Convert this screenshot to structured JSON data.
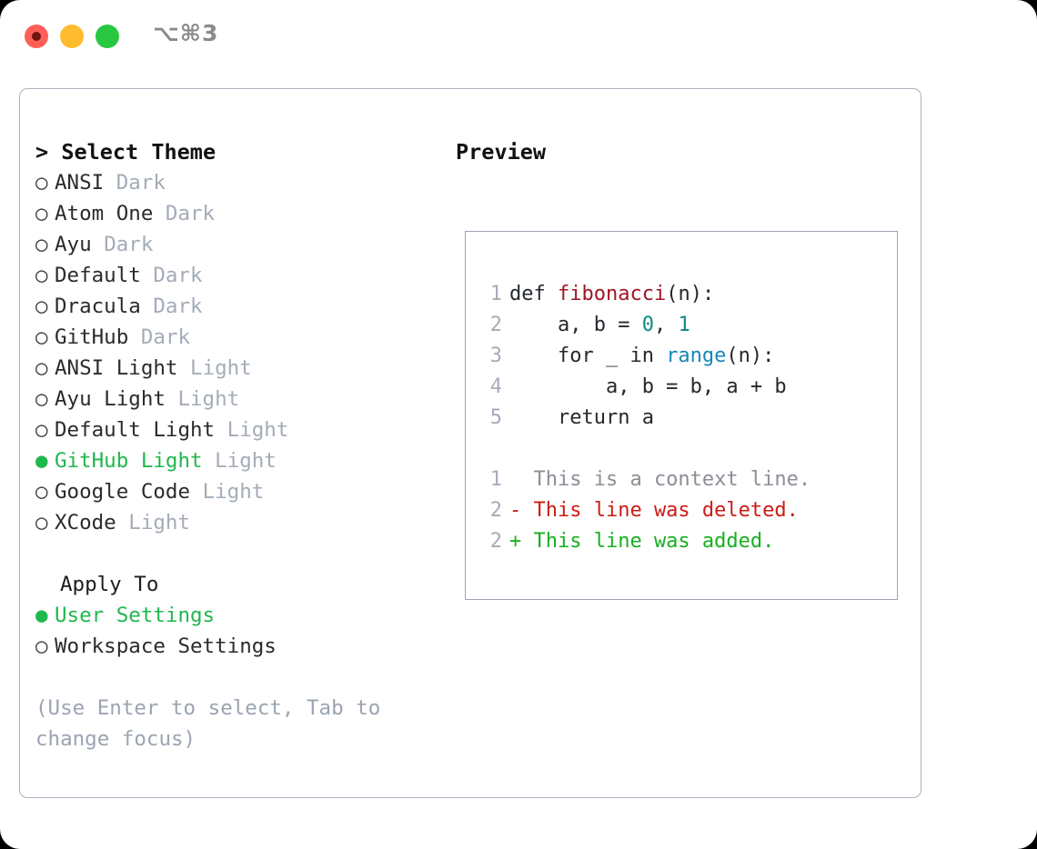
{
  "titlebar": {
    "shortcut": "⌥⌘3",
    "buttons": {
      "close": "close",
      "minimize": "minimize",
      "maximize": "maximize"
    }
  },
  "theme_picker": {
    "header_caret": ">",
    "header_label": "Select Theme",
    "bullet_selected": "●",
    "bullet_unselected": "○",
    "items": [
      {
        "name": "ANSI",
        "category": "Dark",
        "selected": false
      },
      {
        "name": "Atom One",
        "category": "Dark",
        "selected": false
      },
      {
        "name": "Ayu",
        "category": "Dark",
        "selected": false
      },
      {
        "name": "Default",
        "category": "Dark",
        "selected": false
      },
      {
        "name": "Dracula",
        "category": "Dark",
        "selected": false
      },
      {
        "name": "GitHub",
        "category": "Dark",
        "selected": false
      },
      {
        "name": "ANSI Light",
        "category": "Light",
        "selected": false
      },
      {
        "name": "Ayu Light",
        "category": "Light",
        "selected": false
      },
      {
        "name": "Default Light",
        "category": "Light",
        "selected": false
      },
      {
        "name": "GitHub Light",
        "category": "Light",
        "selected": true
      },
      {
        "name": "Google Code",
        "category": "Light",
        "selected": false
      },
      {
        "name": "XCode",
        "category": "Light",
        "selected": false
      }
    ]
  },
  "apply_to": {
    "header_label": "Apply To",
    "options": [
      {
        "label": "User Settings",
        "selected": true
      },
      {
        "label": "Workspace Settings",
        "selected": false
      }
    ]
  },
  "hint": "(Use Enter to select, Tab to change focus)",
  "preview": {
    "label": "Preview",
    "code_lines": [
      {
        "num": "1",
        "segments": [
          {
            "t": "def ",
            "c": "code-text"
          },
          {
            "t": "fibonacci",
            "c": "tok-fn"
          },
          {
            "t": "(n):",
            "c": "code-text"
          }
        ]
      },
      {
        "num": "2",
        "segments": [
          {
            "t": "    a, b = ",
            "c": "code-text"
          },
          {
            "t": "0",
            "c": "tok-num"
          },
          {
            "t": ", ",
            "c": "code-text"
          },
          {
            "t": "1",
            "c": "tok-num"
          }
        ]
      },
      {
        "num": "3",
        "segments": [
          {
            "t": "    for _ in ",
            "c": "code-text"
          },
          {
            "t": "range",
            "c": "tok-builtin"
          },
          {
            "t": "(n):",
            "c": "code-text"
          }
        ]
      },
      {
        "num": "4",
        "segments": [
          {
            "t": "        a, b = b, a + b",
            "c": "code-text"
          }
        ]
      },
      {
        "num": "5",
        "segments": [
          {
            "t": "    return a",
            "c": "code-text"
          }
        ]
      }
    ],
    "diff_lines": [
      {
        "num": "1",
        "segments": [
          {
            "t": "  This is a context line.",
            "c": "diff-ctx"
          }
        ]
      },
      {
        "num": "2",
        "segments": [
          {
            "t": "- This line was deleted.",
            "c": "diff-del"
          }
        ]
      },
      {
        "num": "2",
        "segments": [
          {
            "t": "+ This line was added.",
            "c": "diff-add"
          }
        ]
      }
    ]
  },
  "colors": {
    "accent_green": "#1FB84D",
    "muted": "#A4ACB8",
    "border": "#A9B2BE",
    "diff_add": "#16B020",
    "diff_del": "#CC1B14",
    "token_function": "#A11526",
    "token_number": "#0E8B82",
    "token_builtin": "#1687B5",
    "traffic_close": "#FF5F57",
    "traffic_min": "#FEBC2E",
    "traffic_max": "#28C840"
  }
}
